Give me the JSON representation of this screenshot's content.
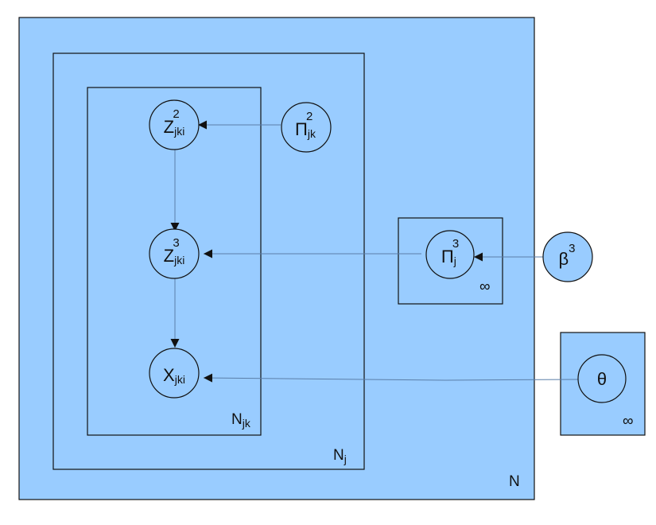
{
  "colors": {
    "fill": "#99ccff",
    "stroke": "#111111",
    "edge": "#5a7ea8"
  },
  "plates": {
    "outer": {
      "label": "N"
    },
    "nj": {
      "label": "N",
      "sub": "j"
    },
    "njk": {
      "label": "N",
      "sub": "jk"
    },
    "pi3_plate": {
      "label": "∞"
    },
    "theta_plate": {
      "label": "∞"
    }
  },
  "nodes": {
    "z2": {
      "base": "Z",
      "sub": "jki",
      "sup": "2"
    },
    "pi2": {
      "base": "Π",
      "sub": "jk",
      "sup": "2"
    },
    "z3": {
      "base": "Z",
      "sub": "jki",
      "sup": "3"
    },
    "pi3": {
      "base": "Π",
      "sub": "j",
      "sup": "3"
    },
    "beta3": {
      "base": "β",
      "sup": "3"
    },
    "x": {
      "base": "X",
      "sub": "jki"
    },
    "theta": {
      "base": "θ"
    }
  }
}
